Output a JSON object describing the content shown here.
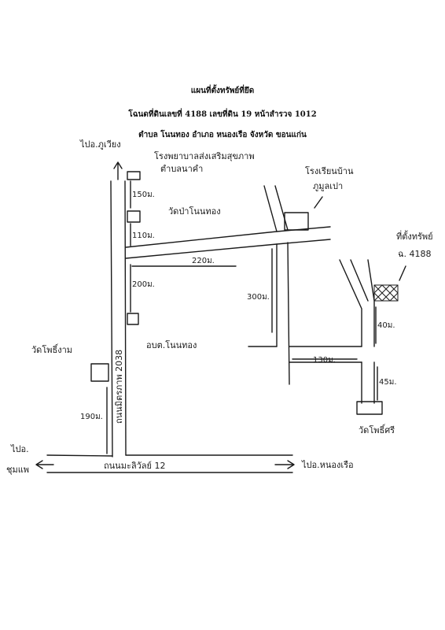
{
  "header": {
    "title": "แผนที่ตั้งทรัพย์ที่ยึด",
    "deed_line": "โฉนดที่ดินเลขที่ 4188 เลขที่ดิน 19 หน้าสำรวจ 1012",
    "location_line": "ตำบล โนนทอง อำเภอ หนองเรือ จังหวัด ขอนแก่น"
  },
  "labels": {
    "to_phu_wiang": "ไปอ.ภูเวียง",
    "hospital": "โรงพยาบาลส่งเสริมสุขภาพ",
    "hospital_2": "ตำบลนาคำ",
    "temple_non_thong": "วัดป่าโนนทอง",
    "obt_non_thong": "อบต.โนนทอง",
    "temple_pho_ngam": "วัดโพธิ์งาม",
    "to_chum_phae": "ไปอ.",
    "to_chum_phae_2": "ชุมแพ",
    "to_nong_ruea": "ไปอ.หนองเรือ",
    "main_road": "ถนนมะลิวัลย์ 12",
    "vertical_road": "ถนนมิตรภาพ 2038",
    "school": "โรงเรียนบ้าน",
    "school_2": "ภูมูลเปา",
    "property": "ที่ตั้งทรัพย์",
    "property_2": "ฉ. 4188",
    "temple_pho_si": "วัดโพธิ์ศรี"
  },
  "distances": {
    "d150": "150ม.",
    "d110": "110ม.",
    "d220": "220ม.",
    "d200": "200ม.",
    "d300": "300ม.",
    "d190": "190ม.",
    "d40": "40ม.",
    "d130": "130ม.",
    "d45": "45ม."
  }
}
